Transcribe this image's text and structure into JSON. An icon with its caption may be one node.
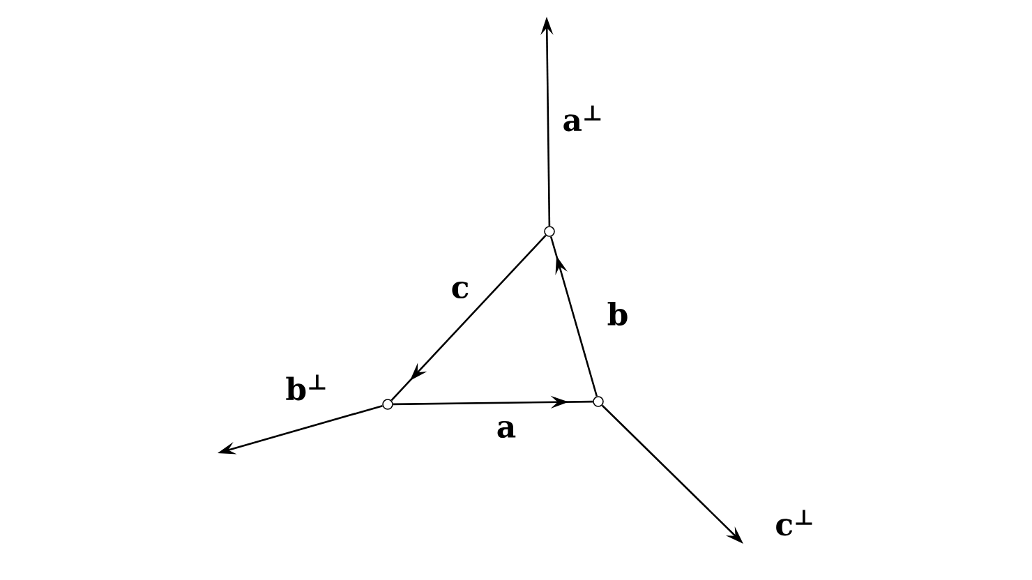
{
  "diagram": {
    "nodes": [
      {
        "text": [],
        "shape": "circle"
      },
      {
        "text": [],
        "shape": "circle"
      },
      {
        "text": [],
        "shape": "circle"
      }
    ],
    "edges": [
      {
        "from": 0,
        "to": null,
        "arrow": "to",
        "label": "a$^{⊥}$"
      },
      {
        "from": 0,
        "to": 1,
        "arrow": "to",
        "label": "c"
      },
      {
        "from": 2,
        "to": 0,
        "arrow": "to",
        "label": "b"
      },
      {
        "from": 1,
        "to": null,
        "arrow": "to",
        "label": "b$^{⊥}$"
      },
      {
        "from": 1,
        "to": 2,
        "arrow": "to",
        "label": "a"
      },
      {
        "from": 2,
        "to": null,
        "arrow": "to",
        "label": "c$^{⊥}$"
      }
    ]
  }
}
